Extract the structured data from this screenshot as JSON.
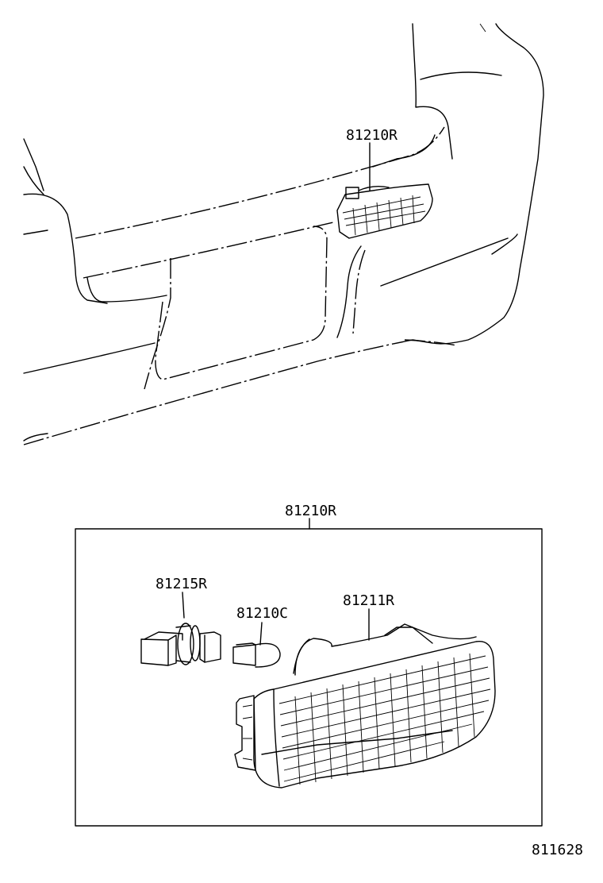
{
  "labels": {
    "top_part": "81210R",
    "box_part": "81210R",
    "socket": "81215R",
    "bulb": "81210C",
    "lens": "81211R",
    "drawing_number": "811628"
  }
}
